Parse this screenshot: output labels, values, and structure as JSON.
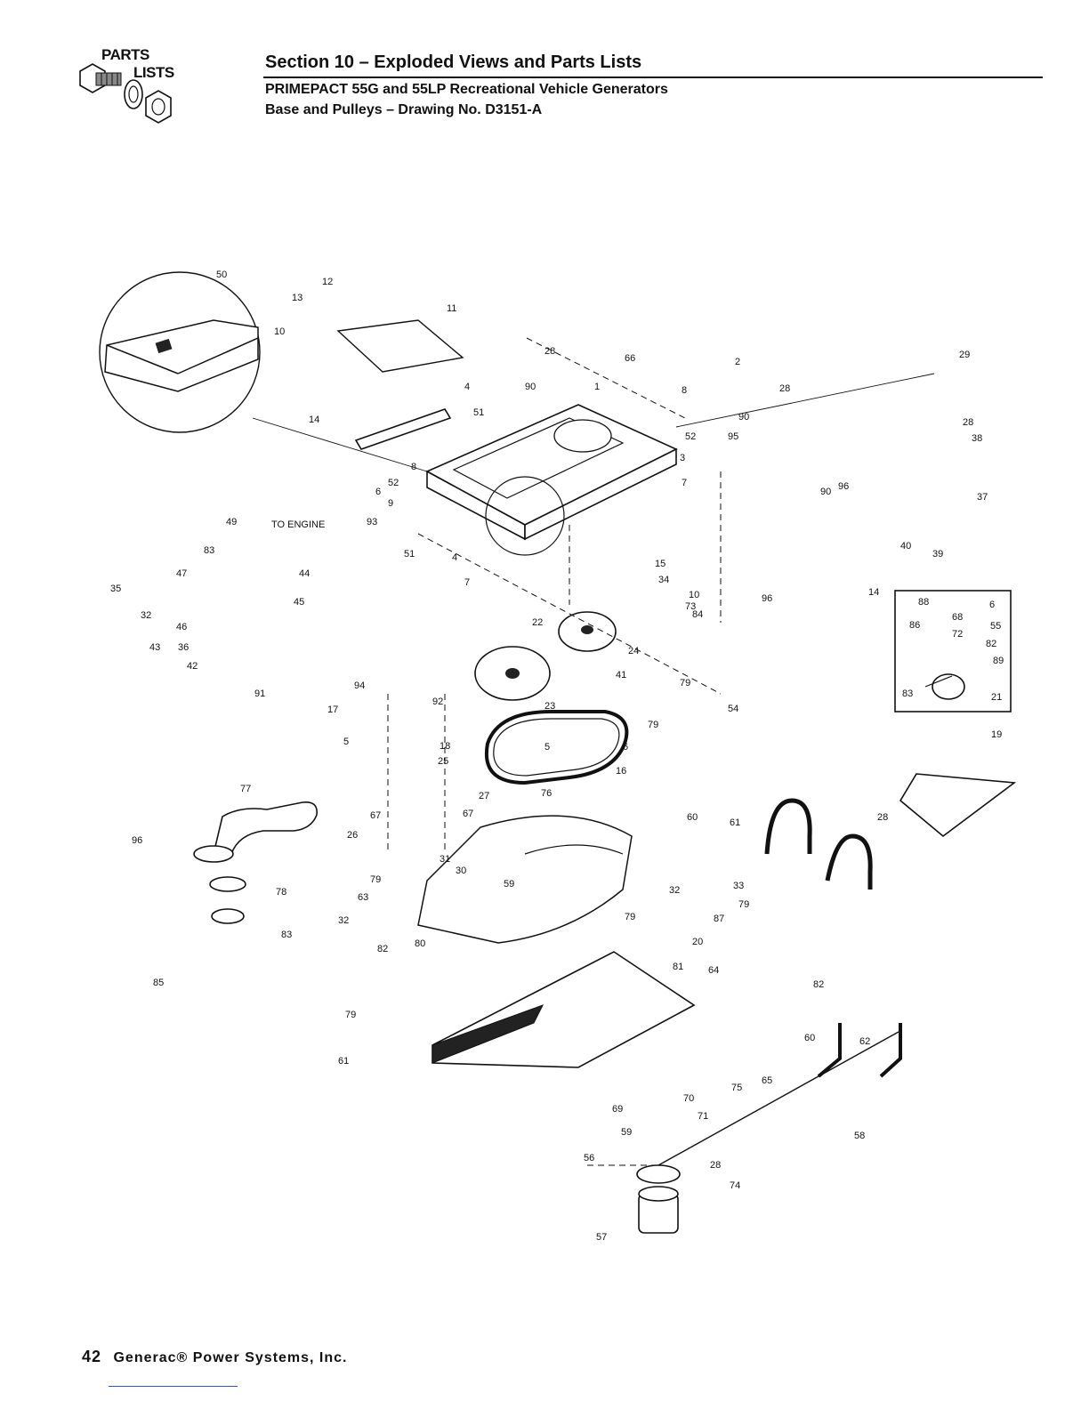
{
  "header": {
    "logo_line1": "PARTS",
    "logo_line2": "LISTS",
    "section_title": "Section 10 – Exploded Views and Parts Lists",
    "subtitle_model": "PRIMEPACT 55G and 55LP Recreational Vehicle Generators",
    "subtitle_drawing": "Base and Pulleys – Drawing No. D3151-A"
  },
  "diagram": {
    "to_engine_label": "TO ENGINE",
    "callouts": [
      "50",
      "12",
      "13",
      "11",
      "10",
      "14",
      "66",
      "28",
      "90",
      "1",
      "4",
      "51",
      "8",
      "2",
      "28",
      "8",
      "90",
      "52",
      "95",
      "29",
      "28",
      "38",
      "52",
      "6",
      "9",
      "3",
      "7",
      "93",
      "51",
      "4",
      "7",
      "49",
      "TO ENGINE",
      "83",
      "47",
      "44",
      "35",
      "45",
      "32",
      "46",
      "43",
      "36",
      "42",
      "91",
      "90",
      "96",
      "37",
      "39",
      "40",
      "96",
      "14",
      "15",
      "34",
      "73",
      "10",
      "84",
      "88",
      "6",
      "86",
      "68",
      "55",
      "72",
      "82",
      "89",
      "83",
      "21",
      "22",
      "24",
      "41",
      "79",
      "54",
      "19",
      "94",
      "17",
      "92",
      "23",
      "79",
      "5",
      "5",
      "6",
      "18",
      "25",
      "16",
      "27",
      "76",
      "77",
      "26",
      "67",
      "67",
      "60",
      "61",
      "28",
      "96",
      "31",
      "30",
      "32",
      "79",
      "59",
      "33",
      "63",
      "79",
      "79",
      "32",
      "87",
      "78",
      "80",
      "82",
      "20",
      "83",
      "81",
      "64",
      "82",
      "85",
      "79",
      "61",
      "60",
      "62",
      "65",
      "75",
      "70",
      "69",
      "71",
      "59",
      "58",
      "56",
      "28",
      "74",
      "57"
    ]
  },
  "footer": {
    "page_number": "42",
    "company": "Generac® Power Systems, Inc."
  }
}
